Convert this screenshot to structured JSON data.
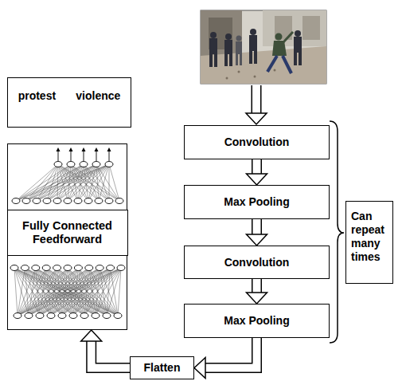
{
  "diagram": {
    "nodes": [
      {
        "text": [
          "protest",
          "violence"
        ]
      },
      {
        "text": [
          "Fully Connected Feedforward"
        ]
      },
      {
        "text": [
          "Convolution"
        ]
      },
      {
        "text": [
          "Max Pooling"
        ]
      },
      {
        "text": [
          "Convolution"
        ]
      },
      {
        "text": [
          "Max Pooling"
        ]
      },
      {
        "text": [
          "Flatten"
        ]
      },
      {
        "text": [
          "Can repeat many times"
        ]
      }
    ],
    "edges": [
      {
        "from": 2,
        "to": 3,
        "arrow": "to"
      },
      {
        "from": 3,
        "to": 4,
        "arrow": "to"
      },
      {
        "from": 4,
        "to": 5,
        "arrow": "to"
      },
      {
        "from": 5,
        "to": 6,
        "arrow": "to"
      },
      {
        "from": 6,
        "to": 1,
        "arrow": "to"
      }
    ]
  }
}
